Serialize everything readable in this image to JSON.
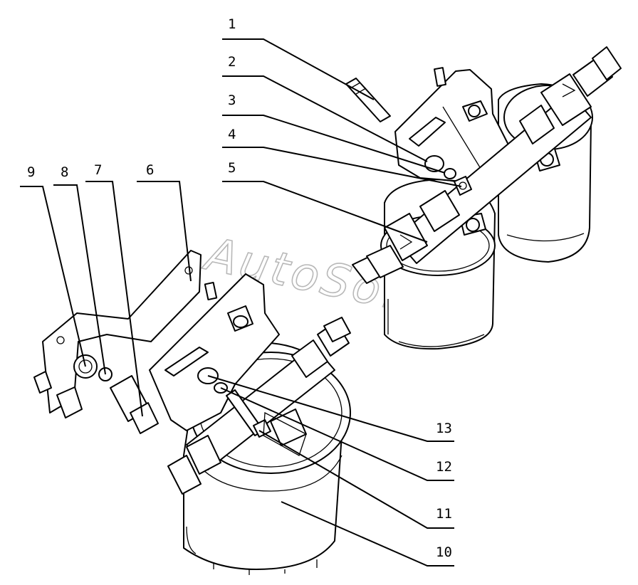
{
  "watermark": "AutoSoft",
  "callouts": [
    "1",
    "2",
    "3",
    "4",
    "5",
    "6",
    "7",
    "8",
    "9",
    "10",
    "11",
    "12",
    "13"
  ]
}
